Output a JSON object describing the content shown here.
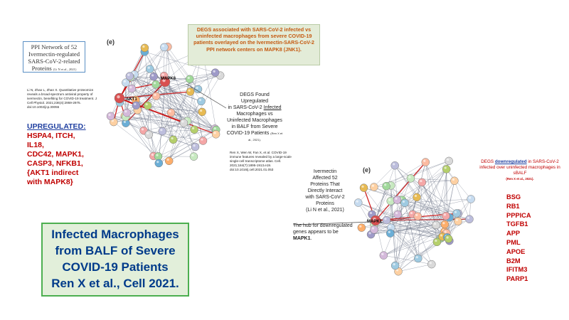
{
  "ppi_box": {
    "line1": "PPI Network of 52",
    "line2": "Ivermectin-regulated",
    "line3": "SARS-CoV-2-related",
    "line4": "Proteins",
    "line4_cite": "(Li N et al., 2021)"
  },
  "citation_li": "Li N, Zhao L, Zhan X. Quantitative proteomics reveals a broad-spectrum antiviral property of ivermectin, benefiting for COVID-19 treatment. J Cell Physiol. 2021;236(4):2959-2975. doi:10.1002/jcp.30055",
  "upregulated": {
    "heading": "UPREGULATED:",
    "lines": [
      "HSPA4, ITCH, IL18,",
      "CDC42, MAPK1,",
      "CASP3, NFKB1,",
      "{AKT1 indirect",
      "with MAPK8}"
    ]
  },
  "green_title": "DEGS associated with SARS-CoV-2 infected vs uninfected macrophages from severe COVID-19 patients overlayed on the Ivermectin-SARS-CoV-2 PPI network centers on MAPK8 (JNK1).",
  "degs_up": {
    "line1": "DEGS Found Upregulated",
    "line2_a": "in SARS-CoV-2 ",
    "line2_b": "Infected",
    "line3": "Macrophages vs",
    "line4": "Uninfected Macrophages",
    "line5": "in BALF from Severe",
    "line6": "COVID-19 Patients",
    "line6_cite": "(Ren X et",
    "line7": "al., 2021)."
  },
  "citation_ren": "Ren X, Wen W, Fan X, et al. COVID-19 immune features revealed by a large-scale single-cell transcriptome atlas. Cell. 2021;184(7):1895-1913.e19. doi:10.1016/j.cell.2021.01.053",
  "ivermectin_text": {
    "lines": [
      "Ivermectin",
      "Affected 52",
      "Proteins That",
      "Directly Interact",
      "with SARS-CoV-2",
      "Proteins",
      "(Li N et al., 2021)"
    ]
  },
  "hub_text": {
    "part1": "The hub for downregulated genes appears to be ",
    "bold": "MAPK1",
    "part2": "."
  },
  "degs_down": {
    "prefix": "DEGS ",
    "emph": "downregulated",
    "rest": " in SARS-CoV-2 infected over uninfected macrophages in sBALF",
    "cite": "(Ren X et al., 2021)."
  },
  "downregulated_list": [
    "BSG",
    "RB1",
    "PPPICA",
    "TGFB1",
    "APP",
    "PML",
    "APOE",
    "B2M",
    "IFITM3",
    "PARP1"
  ],
  "green_box": {
    "lines": [
      "Infected Macrophages",
      "from BALF of Severe",
      "COVID-19 Patients",
      "Ren X et al., Cell 2021."
    ]
  },
  "network1": {
    "panel_label": "(e)",
    "hub_labels": [
      "MAPK8",
      "AKT1"
    ]
  },
  "network2": {
    "panel_label": "(e)",
    "hub_labels": [
      "MAPK1"
    ]
  },
  "colors": {
    "highlight_edge": "#cc1111",
    "edge": "#5a6378",
    "green_box_bg": "#e2efda",
    "green_box_border": "#4caf50",
    "title_text": "#003b8a",
    "gene_red": "#c00000"
  }
}
